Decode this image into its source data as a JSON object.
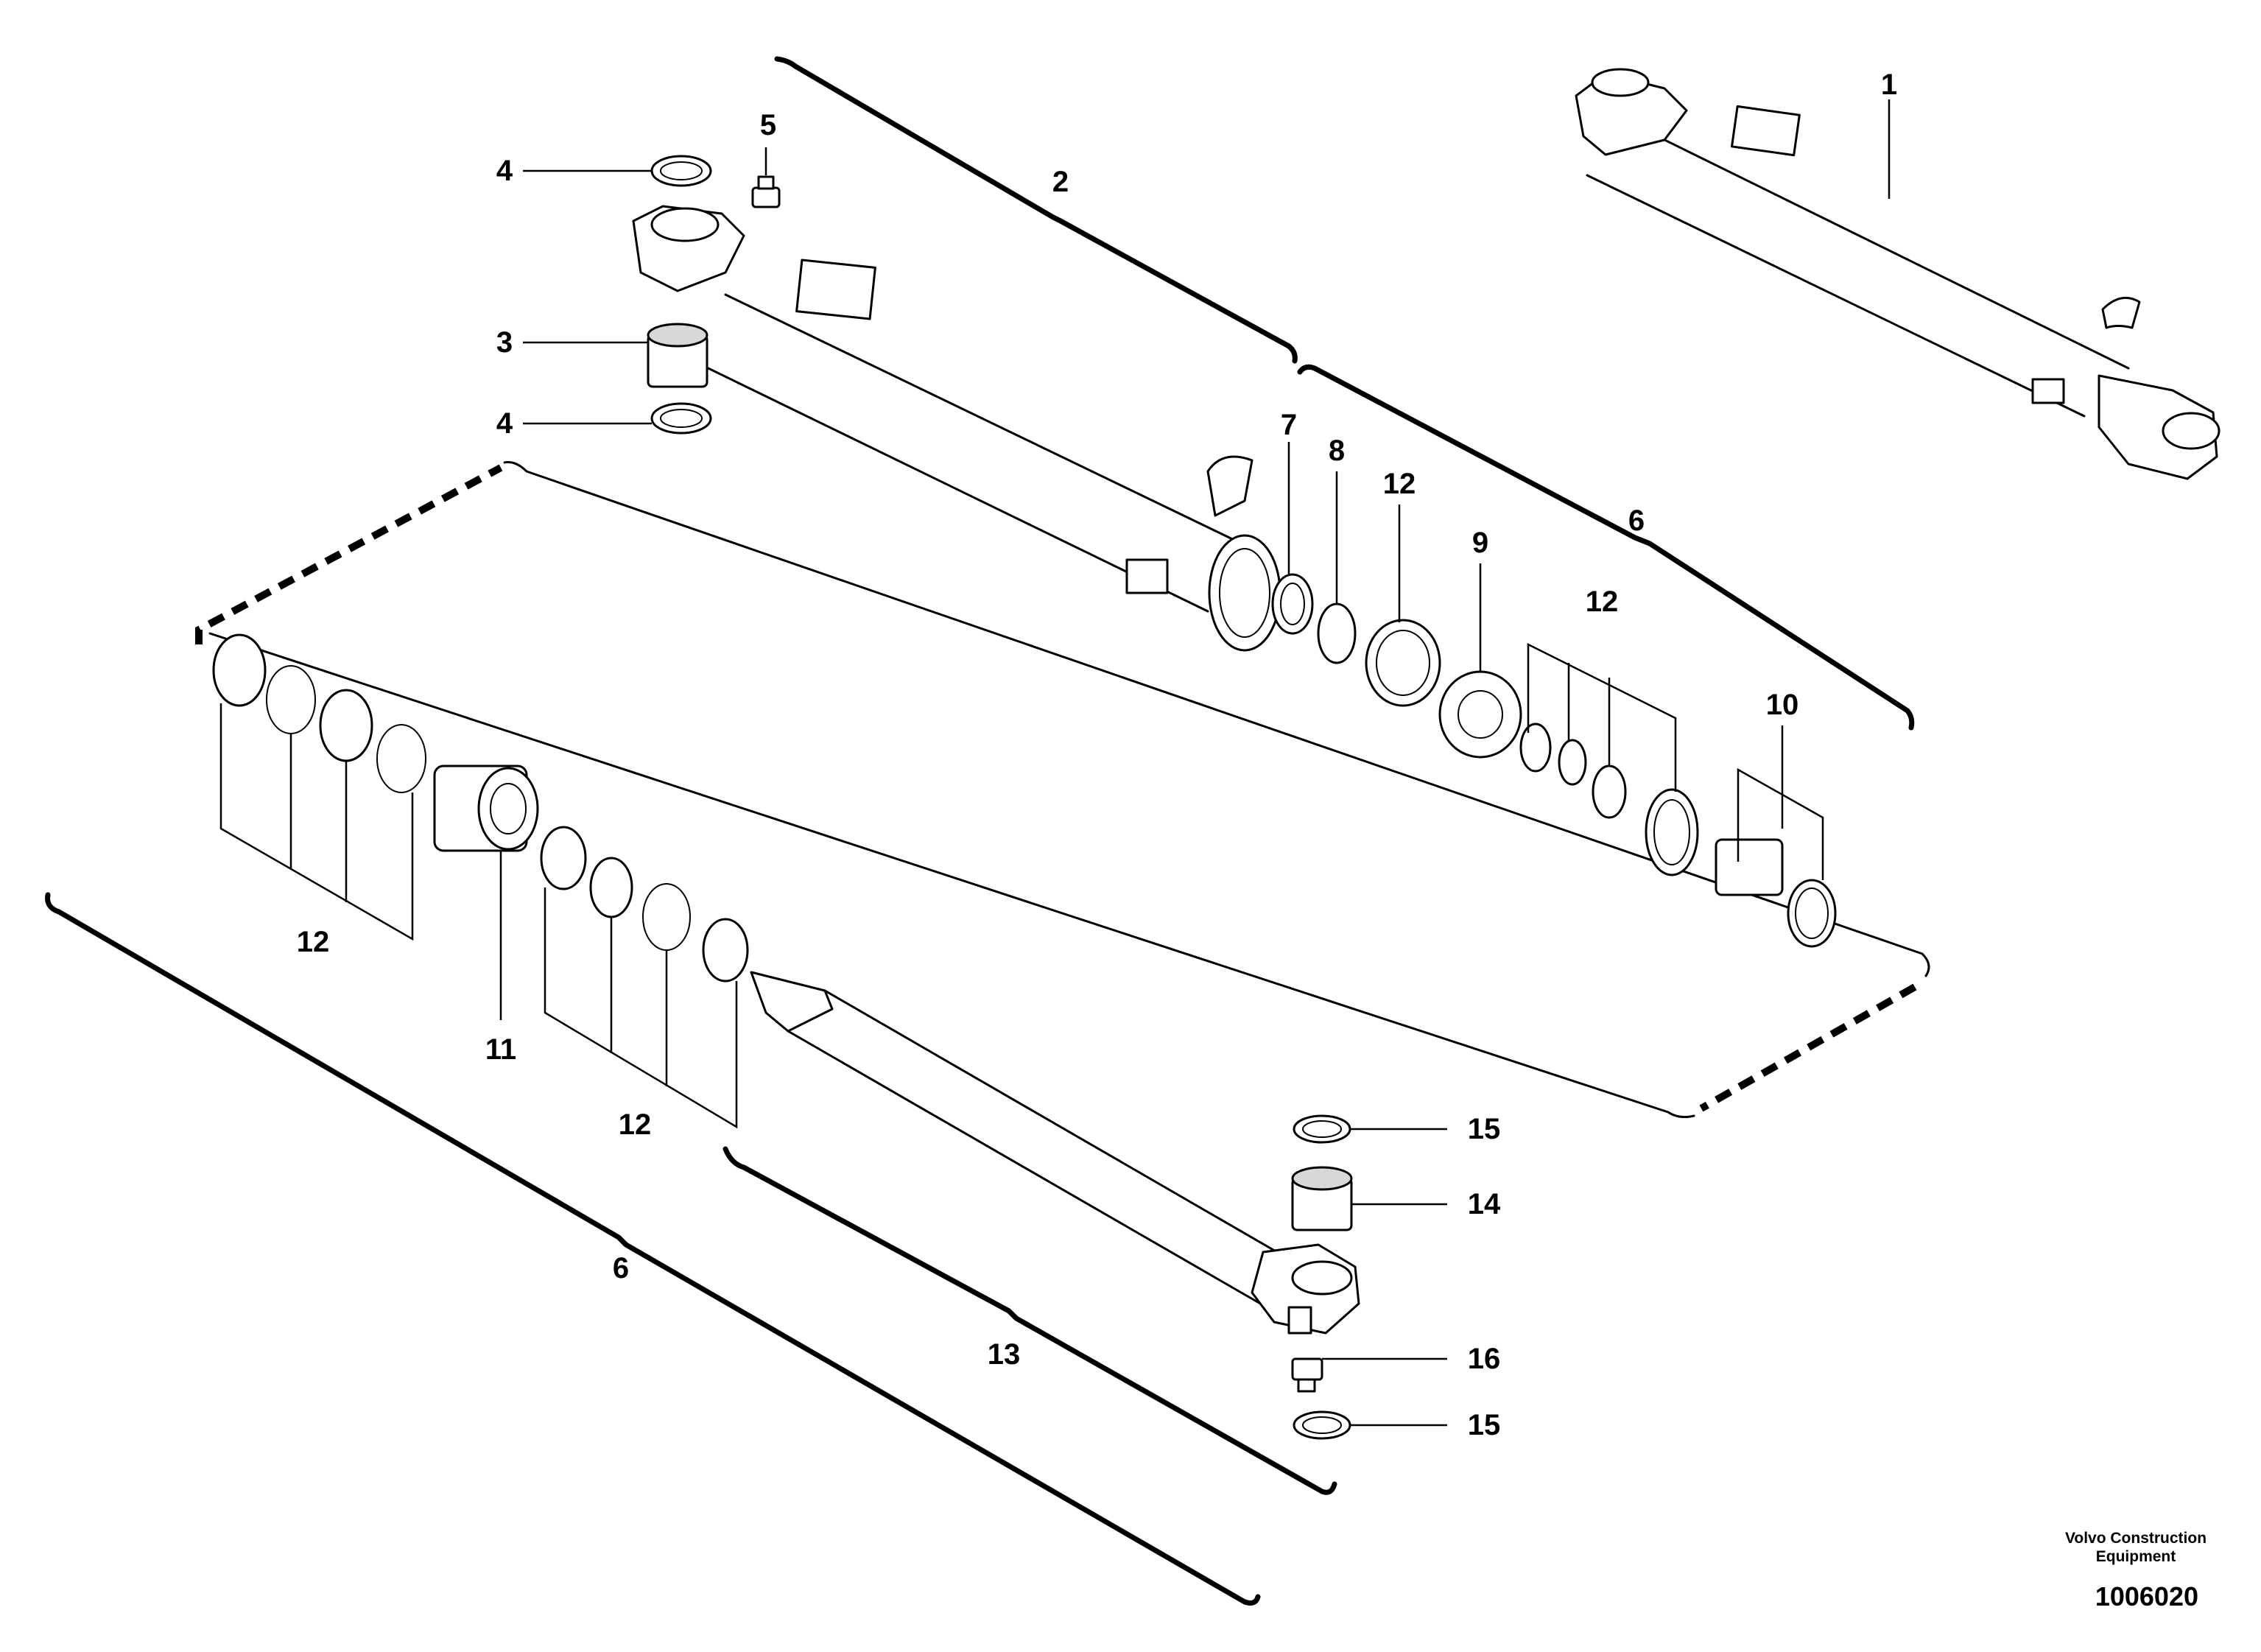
{
  "callouts": {
    "c1": "1",
    "c2": "2",
    "c3": "3",
    "c4a": "4",
    "c4b": "4",
    "c5": "5",
    "c6a": "6",
    "c6b": "6",
    "c7": "7",
    "c8": "8",
    "c9": "9",
    "c10": "10",
    "c11": "11",
    "c12a": "12",
    "c12b": "12",
    "c12c": "12",
    "c12d": "12",
    "c13": "13",
    "c14": "14",
    "c15a": "15",
    "c15b": "15",
    "c16": "16"
  },
  "footer": {
    "brand_line1": "Volvo Construction",
    "brand_line2": "Equipment",
    "drawing_number": "1006020"
  }
}
